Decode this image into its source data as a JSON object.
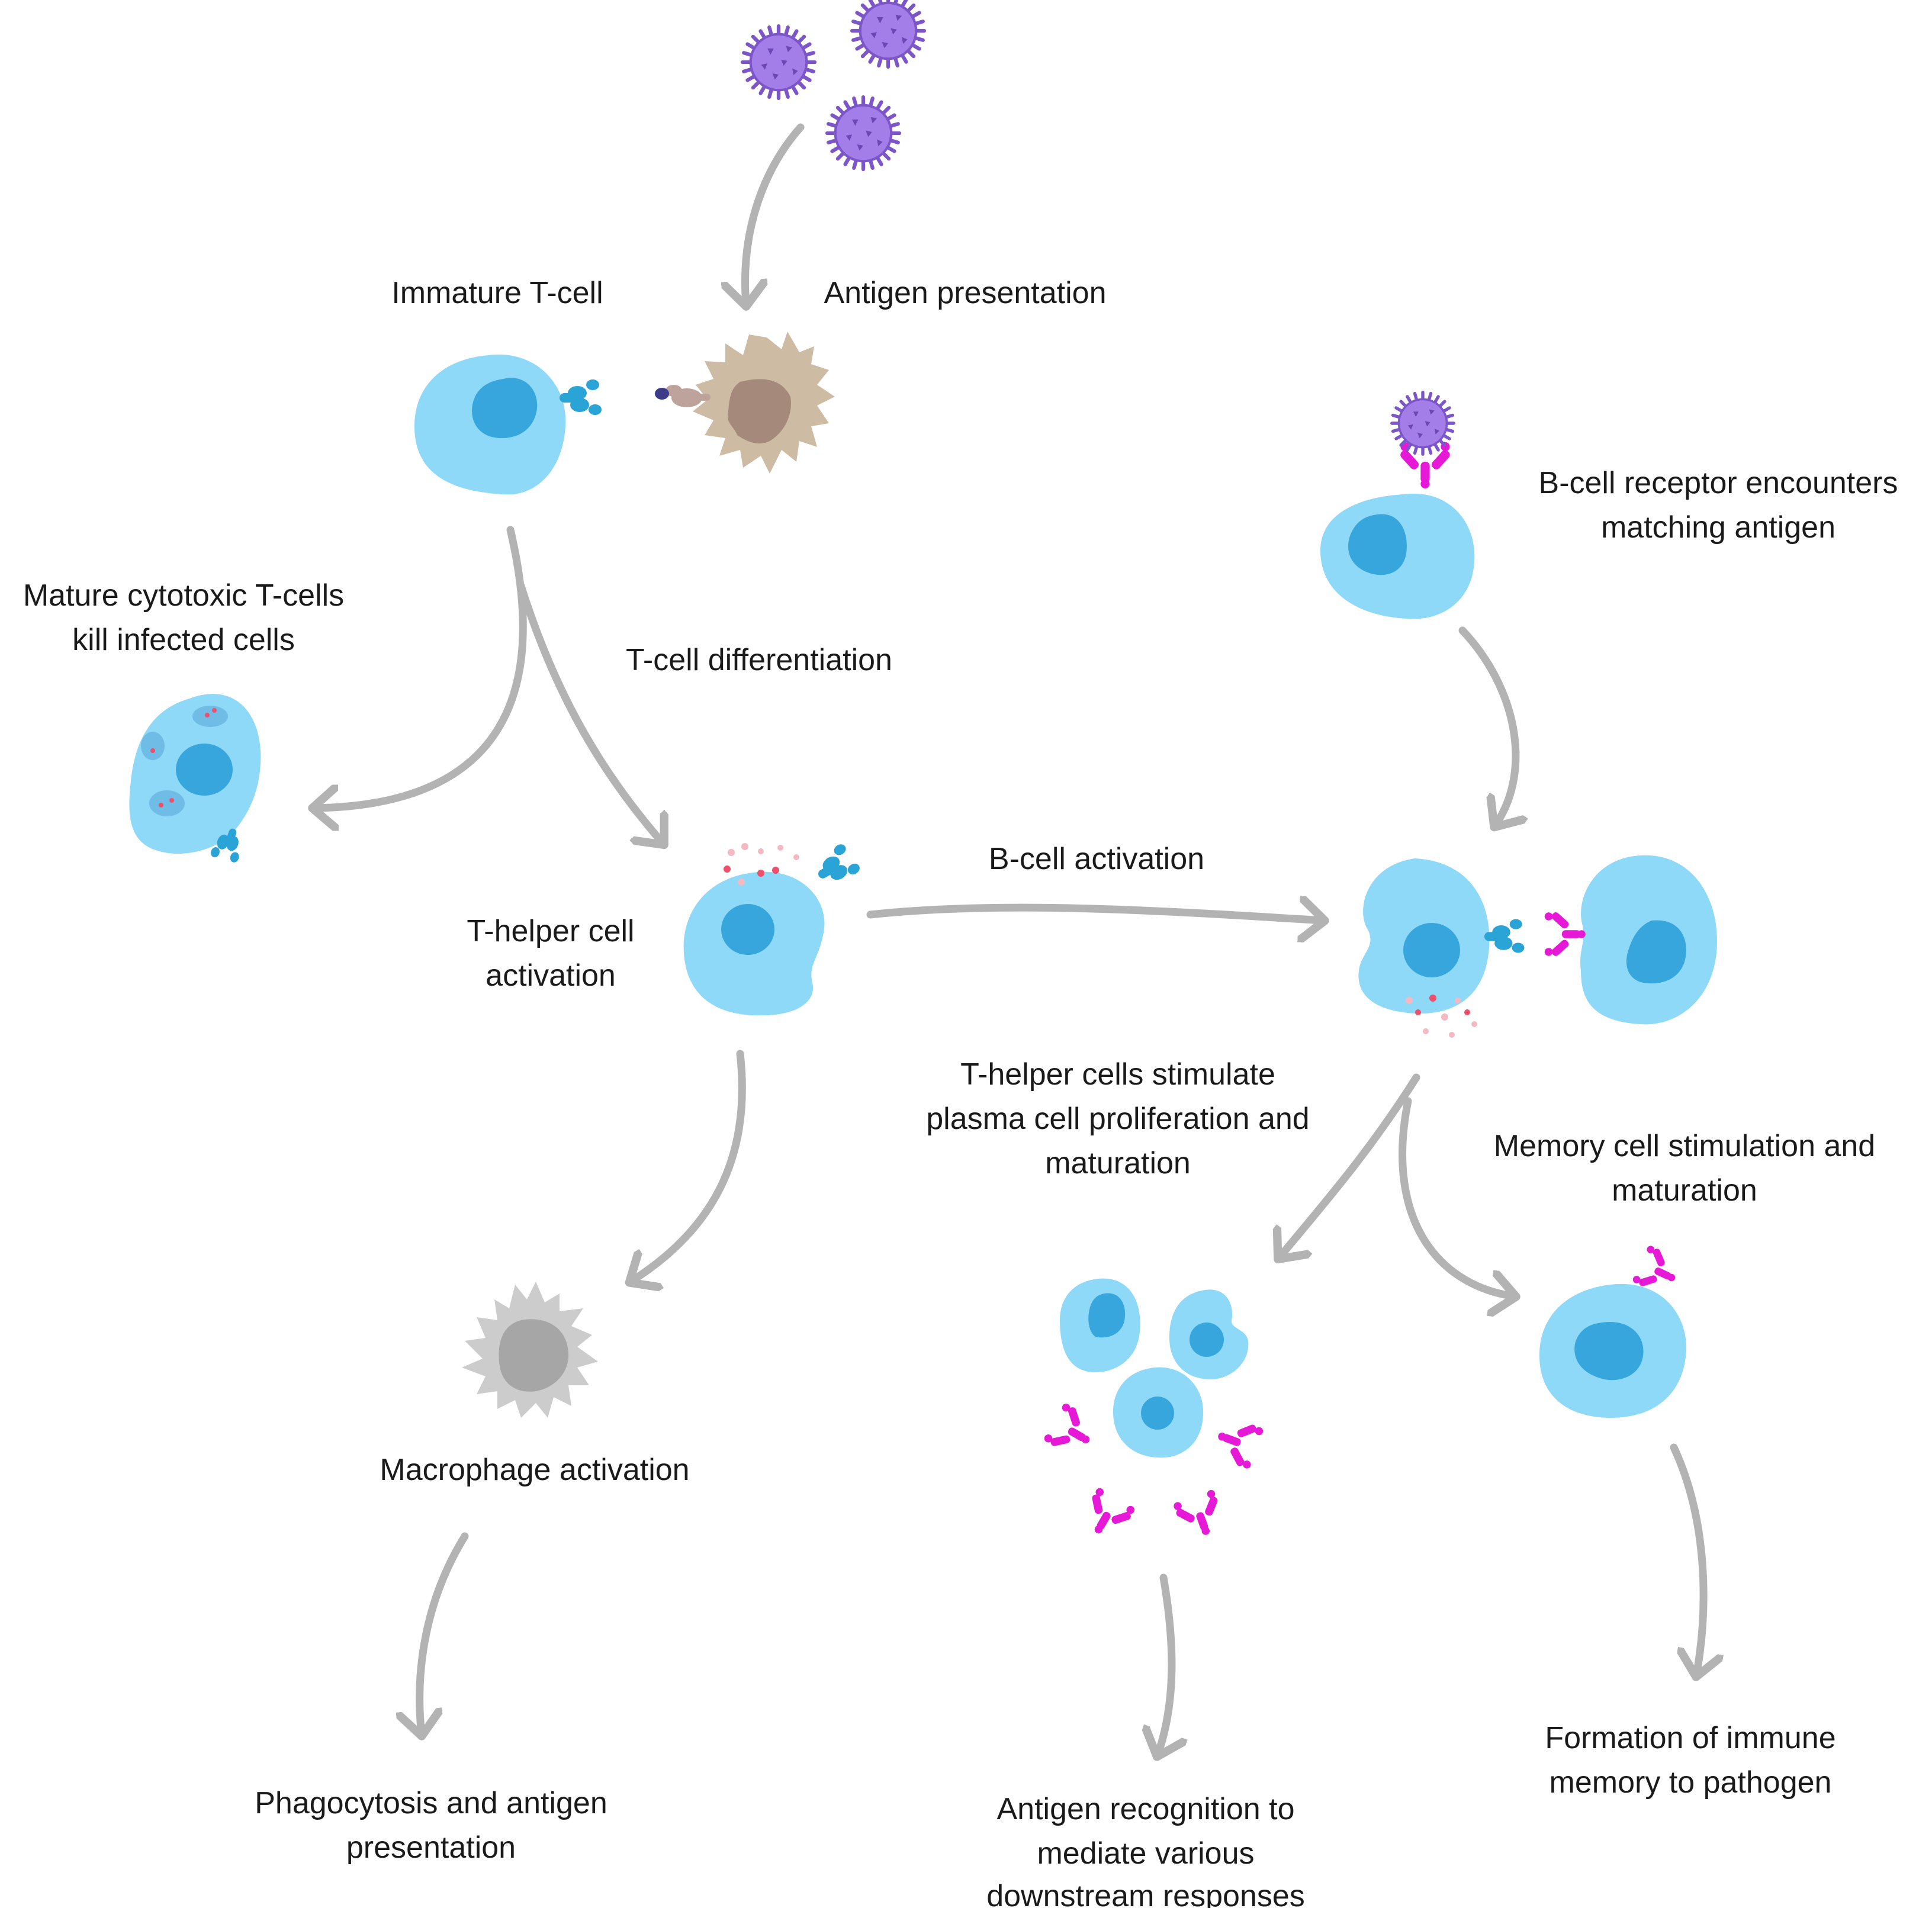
{
  "labels": {
    "immature_t_cell": "Immature T-cell",
    "antigen_presentation": "Antigen presentation",
    "b_cell_receptor_1": "B-cell receptor encounters",
    "b_cell_receptor_2": "matching antigen",
    "mature_cytotoxic_1": "Mature cytotoxic T-cells",
    "mature_cytotoxic_2": "kill infected cells",
    "t_cell_differentiation": "T-cell differentiation",
    "b_cell_activation": "B-cell activation",
    "t_helper_activation_1": "T-helper cell",
    "t_helper_activation_2": "activation",
    "t_helper_stimulate_1": "T-helper cells stimulate",
    "t_helper_stimulate_2": "plasma cell proliferation and",
    "t_helper_stimulate_3": "maturation",
    "memory_cell_1": "Memory cell stimulation and",
    "memory_cell_2": "maturation",
    "macrophage_activation": "Macrophage activation",
    "phagocytosis_1": "Phagocytosis and antigen",
    "phagocytosis_2": "presentation",
    "antigen_recognition_1": "Antigen recognition to",
    "antigen_recognition_2": "mediate various",
    "antigen_recognition_3": "downstream responses",
    "formation_1": "Formation of immune",
    "formation_2": "memory to pathogen"
  },
  "colors": {
    "cell": "#8ed8f8",
    "nucleus": "#36a6dd",
    "receptor_t": "#2aa3d6",
    "antibody": "#e619d6",
    "virus": "#a47ee8",
    "dendritic": "#cdbca3",
    "dendritic_nucleus": "#a58a7c",
    "macrophage": "#cccccc",
    "macrophage_nucleus": "#a6a6a6",
    "arrow": "#b3b3b3",
    "cytokine": "#ef4f6b"
  },
  "icons": [
    "virus-icon",
    "t-cell-icon",
    "dendritic-cell-icon",
    "b-cell-icon",
    "antibody-icon",
    "t-cell-receptor-icon",
    "macrophage-icon",
    "plasma-cell-icon",
    "memory-cell-icon",
    "infected-cell-icon"
  ]
}
